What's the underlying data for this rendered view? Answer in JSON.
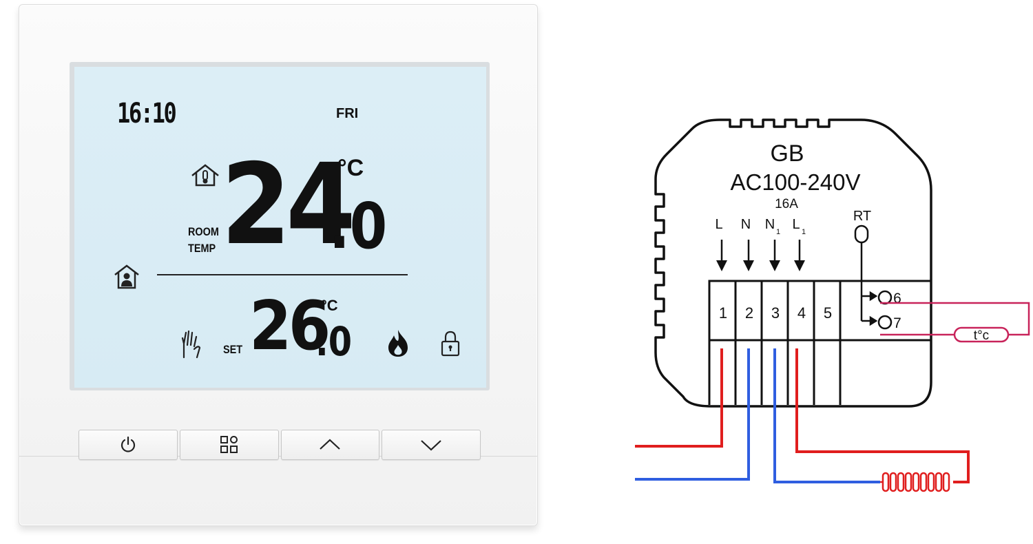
{
  "thermostat": {
    "clock": "16:10",
    "day": "FRI",
    "room_temperature_whole": "24",
    "room_temperature_decimal": ".0",
    "temperature_unit": "°C",
    "room_label_line1": "ROOM",
    "room_label_line2": "TEMP",
    "set_temperature_whole": "26",
    "set_temperature_decimal": ".0",
    "set_label": "SET",
    "icons": [
      "home-temperature-icon",
      "home-person-icon",
      "hand-icon",
      "flame-icon",
      "lock-icon"
    ],
    "buttons": [
      {
        "name": "power-button",
        "icon": "power-icon"
      },
      {
        "name": "menu-button",
        "icon": "grid-menu-icon"
      },
      {
        "name": "up-button",
        "icon": "chevron-up-icon"
      },
      {
        "name": "down-button",
        "icon": "chevron-down-icon"
      }
    ],
    "colors": {
      "lcd_background": "#d7ebf4",
      "body": "#f6f6f6"
    }
  },
  "diagram": {
    "model": "GB",
    "voltage": "AC100-240V",
    "current": "16A",
    "input_labels": [
      {
        "main": "L",
        "sub": ""
      },
      {
        "main": "N",
        "sub": ""
      },
      {
        "main": "N",
        "sub": "1"
      },
      {
        "main": "L",
        "sub": "1"
      }
    ],
    "sensor_label": "RT",
    "terminals": [
      "1",
      "2",
      "3",
      "4",
      "5"
    ],
    "sensor_terminals": [
      "6",
      "7"
    ],
    "sensor_probe_label": "t°c",
    "colors": {
      "live_wire": "#e01e1e",
      "neutral_wire": "#2f5ee0",
      "sensor_wire": "#c8235a",
      "outline": "#111111"
    }
  }
}
